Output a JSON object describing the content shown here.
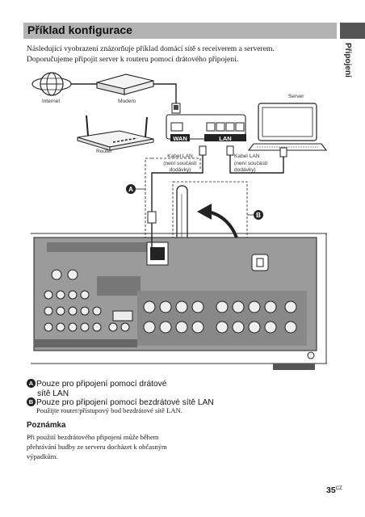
{
  "header": {
    "title": "Příklad konfigurace",
    "section": "Připojení"
  },
  "intro": {
    "line1": "Následující vyobrazení znázorňuje příklad domácí sítě s receiverem a serverem.",
    "line2": "Doporučujeme připojit server k routeru pomocí drátového připojení."
  },
  "diagram": {
    "internet": "Internet",
    "modem": "Modem",
    "router": "Router",
    "server": "Server",
    "wan": "WAN",
    "lan": "LAN",
    "cable1": [
      "Kabel LAN",
      "(není součástí",
      "dodávky)"
    ],
    "cable2": [
      "Kabel LAN",
      "(není součástí",
      "dodávky)"
    ],
    "badge_a": "A",
    "badge_b": "B"
  },
  "legend": {
    "a_badge": "A",
    "a_line1": "Pouze pro připojení pomocí drátové",
    "a_line2": "sítě LAN",
    "b_badge": "B",
    "b_line": "Pouze pro připojení pomocí bezdrátové sítě LAN",
    "b_sub": "Použijte router/přístupový bod bezdrátové sítě LAN."
  },
  "note": {
    "heading": "Poznámka",
    "lines": [
      "Při použití bezdrátového připojení může během",
      "přehrávání hudby ze serveru docházet k občasným",
      "výpadkům."
    ]
  },
  "page": {
    "number": "35",
    "suffix": "CZ"
  }
}
